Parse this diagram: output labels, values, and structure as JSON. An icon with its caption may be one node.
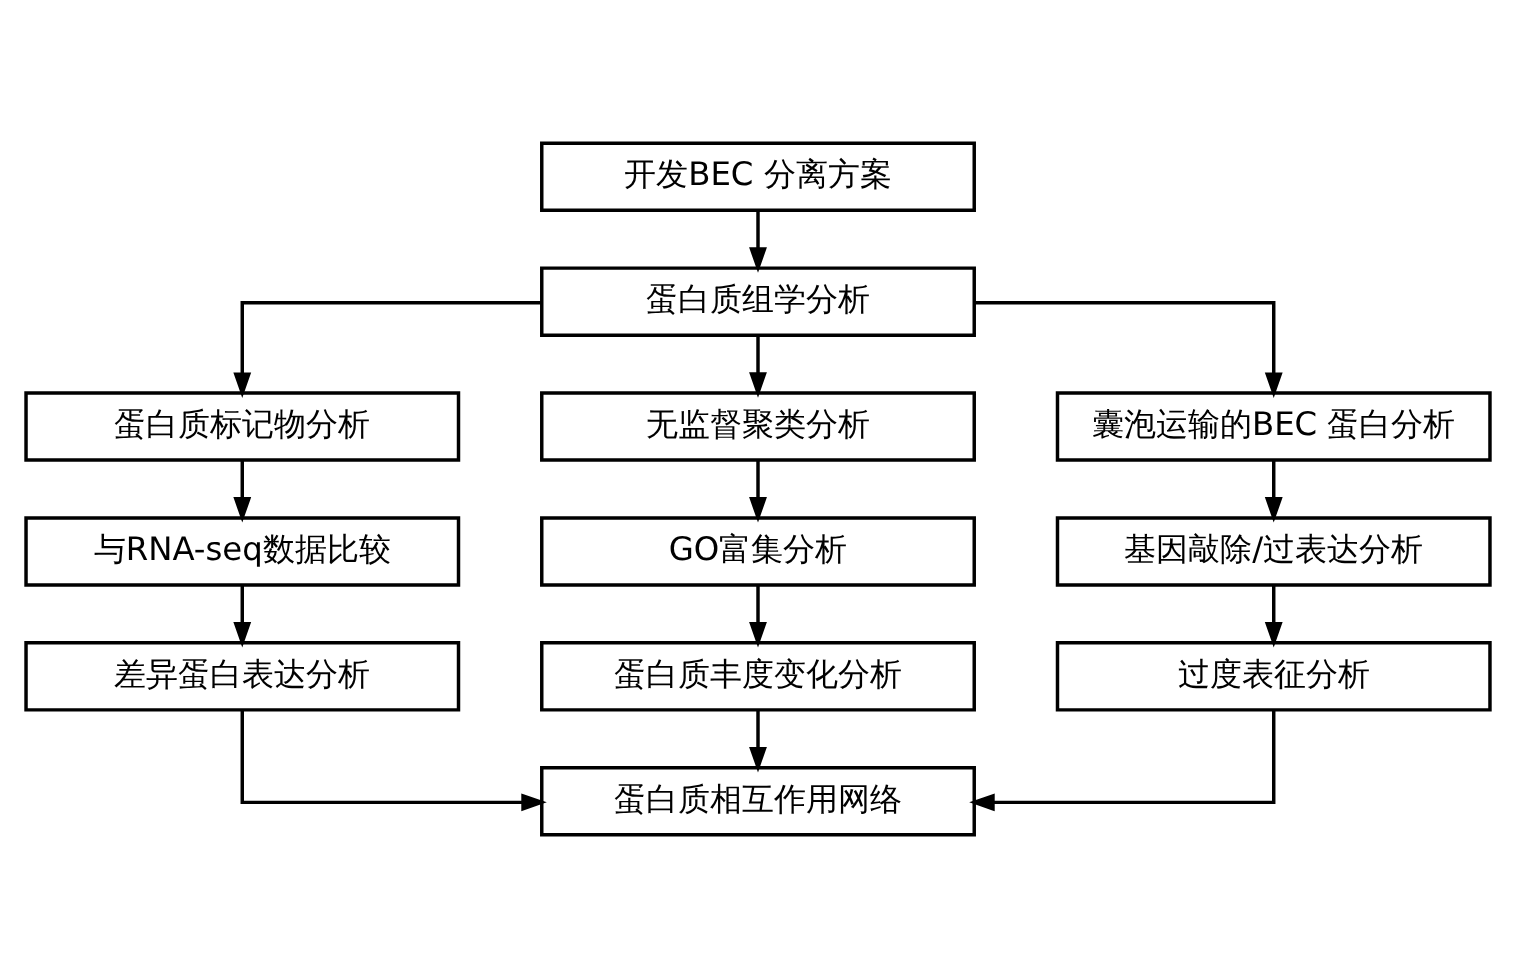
{
  "diagram": {
    "nodes": [
      {
        "text": [
          "开发BEC 分离方案"
        ]
      },
      {
        "text": [
          "蛋白质组学分析"
        ]
      },
      {
        "text": [
          "蛋白质标记物分析"
        ]
      },
      {
        "text": [
          "无监督聚类分析"
        ]
      },
      {
        "text": [
          "囊泡运输的BEC 蛋白分析"
        ]
      },
      {
        "text": [
          "与RNA-seq数据比较"
        ]
      },
      {
        "text": [
          "GO富集分析"
        ]
      },
      {
        "text": [
          "基因敲除/过表达分析"
        ]
      },
      {
        "text": [
          "差异蛋白表达分析"
        ]
      },
      {
        "text": [
          "蛋白质丰度变化分析"
        ]
      },
      {
        "text": [
          "过度表征分析"
        ]
      },
      {
        "text": [
          "蛋白质相互作用网络"
        ]
      }
    ],
    "edges": [
      {
        "from": 0,
        "to": 1,
        "arrow": "to"
      },
      {
        "from": 1,
        "to": 2,
        "arrow": "to"
      },
      {
        "from": 1,
        "to": 3,
        "arrow": "to"
      },
      {
        "from": 1,
        "to": 4,
        "arrow": "to"
      },
      {
        "from": 2,
        "to": 5,
        "arrow": "to"
      },
      {
        "from": 3,
        "to": 6,
        "arrow": "to"
      },
      {
        "from": 4,
        "to": 7,
        "arrow": "to"
      },
      {
        "from": 5,
        "to": 8,
        "arrow": "to"
      },
      {
        "from": 6,
        "to": 9,
        "arrow": "to"
      },
      {
        "from": 7,
        "to": 10,
        "arrow": "to"
      },
      {
        "from": 8,
        "to": 11,
        "arrow": "to"
      },
      {
        "from": 9,
        "to": 11,
        "arrow": "to"
      },
      {
        "from": 10,
        "to": 11,
        "arrow": "to"
      }
    ]
  }
}
